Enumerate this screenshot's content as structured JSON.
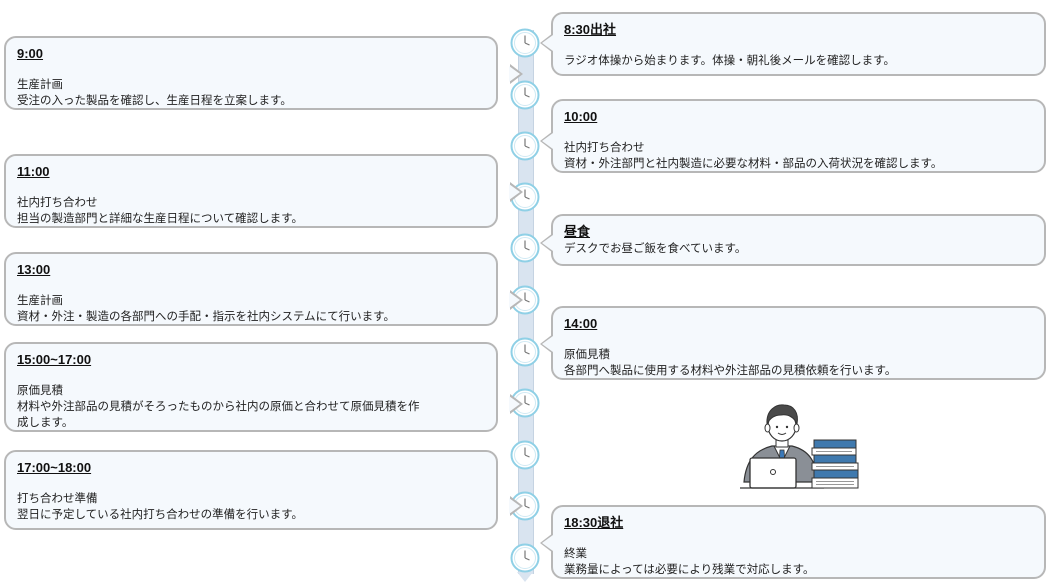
{
  "events": [
    {
      "time": "9:00",
      "title": "生産計画",
      "desc": "受注の入った製品を確認し、生産日程を立案します。"
    },
    {
      "time": "11:00",
      "title": "社内打ち合わせ",
      "desc": "担当の製造部門と詳細な生産日程について確認します。"
    },
    {
      "time": "13:00",
      "title": "生産計画",
      "desc": "資材・外注・製造の各部門への手配・指示を社内システムにて行います。"
    },
    {
      "time": "15:00~17:00",
      "title": "原価見積",
      "desc": "材料や外注部品の見積がそろったものから社内の原価と合わせて原価見積を作",
      "desc2": "成します。"
    },
    {
      "time": "17:00~18:00",
      "title": "打ち合わせ準備",
      "desc": "翌日に予定している社内打ち合わせの準備を行います。"
    },
    {
      "time": "8:30出社",
      "title": "",
      "desc": "ラジオ体操から始まります。体操・朝礼後メールを確認します。"
    },
    {
      "time": "10:00",
      "title": "社内打ち合わせ",
      "desc": "資材・外注部門と社内製造に必要な材料・部品の入荷状況を確認します。"
    },
    {
      "time": "昼食",
      "title": "",
      "desc": "デスクでお昼ご飯を食べています。"
    },
    {
      "time": "14:00",
      "title": "原価見積",
      "desc": "各部門へ製品に使用する材料や外注部品の見積依頼を行います。"
    },
    {
      "time": "18:30退社",
      "title": "終業",
      "desc": "業務量によっては必要により残業で対応します。"
    }
  ],
  "colors": {
    "card_bg": "#f5f9fd",
    "card_border": "#b7b7b7",
    "timeline": "#d9e4f0",
    "clock_ring": "#8fd0e6",
    "suit": "#8a8f96",
    "tie": "#3a78b8",
    "books": "#3f79ae"
  },
  "icons": [
    "clock-icon",
    "office-worker-illustration"
  ]
}
